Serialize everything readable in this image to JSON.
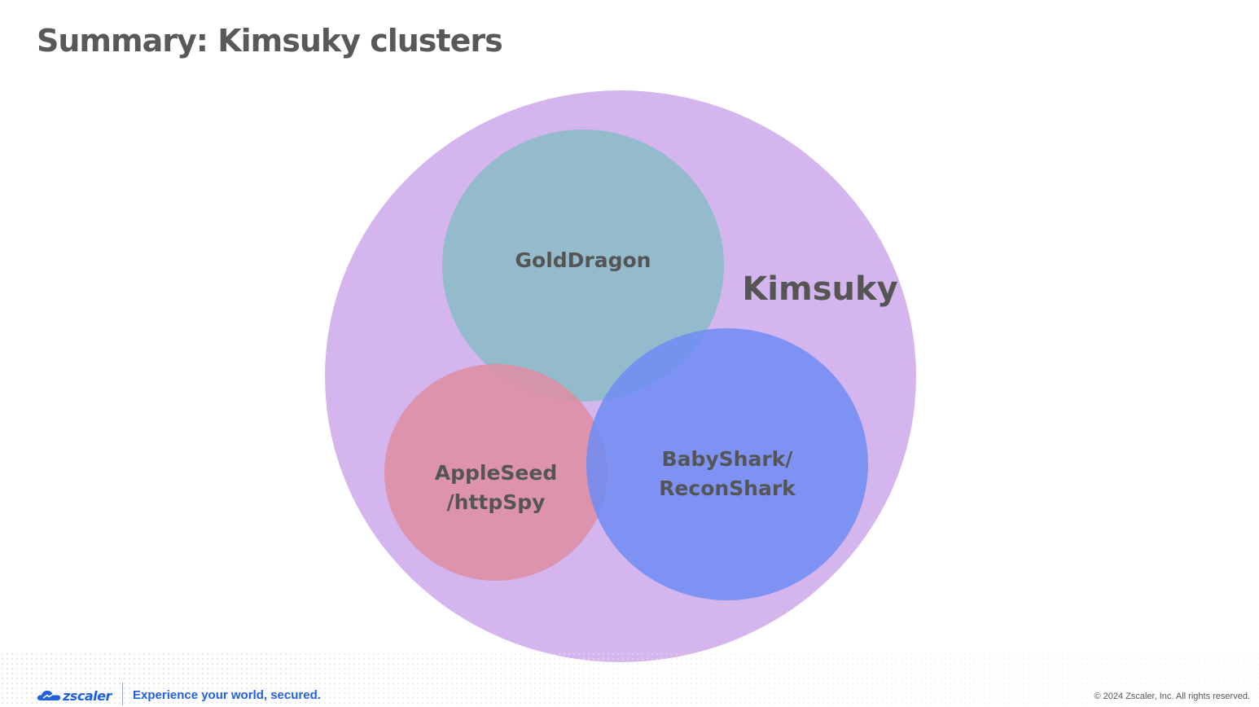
{
  "slide": {
    "title": "Summary: Kimsuky clusters"
  },
  "diagram": {
    "outer": {
      "label": "Kimsuky",
      "color": "#d4b5ee"
    },
    "clusters": [
      {
        "id": "golddragon",
        "lines": [
          "GoldDragon"
        ],
        "color": "#8ebbc9"
      },
      {
        "id": "appleseed",
        "lines": [
          "AppleSeed",
          "/httpSpy"
        ],
        "color": "#de8ea4"
      },
      {
        "id": "babyshark",
        "lines": [
          "BabyShark/",
          "ReconShark"
        ],
        "color": "#6f8cf4"
      }
    ]
  },
  "footer": {
    "logo_text": "zscaler",
    "tagline": "Experience your world, secured.",
    "copyright": "© 2024  Zscaler, Inc. All rights reserved.",
    "brand_color": "#2160e0"
  }
}
